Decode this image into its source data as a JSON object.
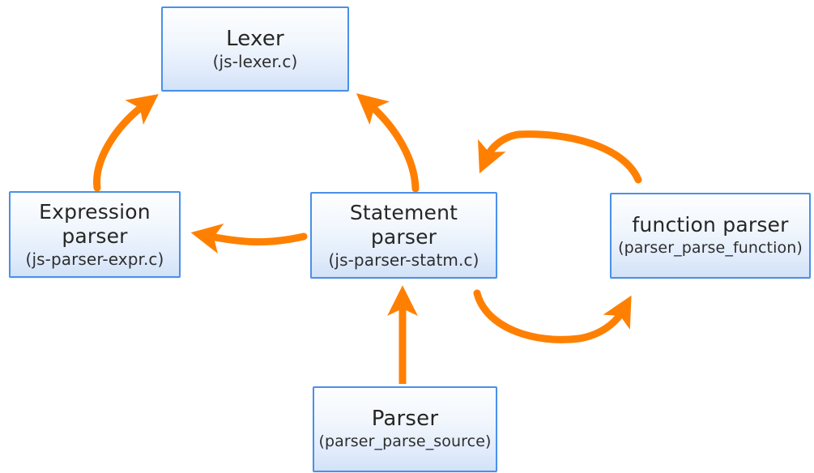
{
  "diagram": {
    "title": "JavaScript engine parser module relationships",
    "colors": {
      "arrow": "#FF8000",
      "box_border": "#4a90e8",
      "box_fill_top": "#fdfeff",
      "box_fill_bottom": "#d2e2f7",
      "text": "#262626",
      "background": "#ffffff"
    },
    "nodes": [
      {
        "id": "lexer",
        "title": "Lexer",
        "subtitle": "(js-lexer.c)"
      },
      {
        "id": "expression-parser",
        "title": "Expression\nparser",
        "subtitle": "(js-parser-expr.c)"
      },
      {
        "id": "statement-parser",
        "title": "Statement\nparser",
        "subtitle": "(js-parser-statm.c)"
      },
      {
        "id": "function-parser",
        "title": "function parser",
        "subtitle": "(parser_parse_function)"
      },
      {
        "id": "parser",
        "title": "Parser",
        "subtitle": "(parser_parse_source)"
      }
    ],
    "edges": [
      {
        "id": "expression-to-lexer",
        "from": "expression-parser",
        "to": "lexer",
        "style": "curved-arrow"
      },
      {
        "id": "statement-to-lexer",
        "from": "statement-parser",
        "to": "lexer",
        "style": "curved-arrow"
      },
      {
        "id": "statement-to-expression",
        "from": "statement-parser",
        "to": "expression-parser",
        "style": "curved-arrow"
      },
      {
        "id": "function-to-statement",
        "from": "function-parser",
        "to": "statement-parser",
        "style": "arc-arrow"
      },
      {
        "id": "statement-to-function",
        "from": "statement-parser",
        "to": "function-parser",
        "style": "arc-arrow"
      },
      {
        "id": "parser-to-statement",
        "from": "parser",
        "to": "statement-parser",
        "style": "straight-arrow"
      }
    ]
  }
}
